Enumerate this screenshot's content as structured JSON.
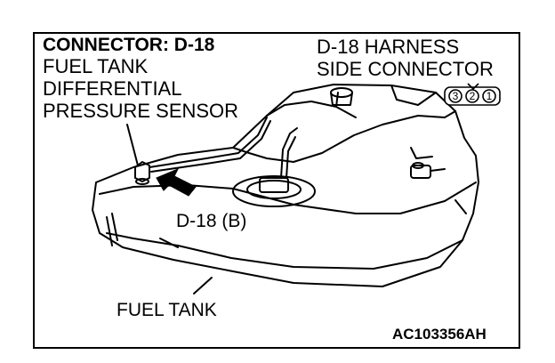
{
  "connector_title": "CONNECTOR: D-18",
  "sensor_label_lines": [
    "FUEL TANK",
    "DIFFERENTIAL",
    "PRESSURE SENSOR"
  ],
  "harness_label_lines": [
    "D-18 HARNESS",
    "SIDE CONNECTOR"
  ],
  "connector_pins": [
    "3",
    "2",
    "1"
  ],
  "connector_ref": "D-18 (B)",
  "tank_label": "FUEL TANK",
  "figure_code": "AC103356AH",
  "colors": {
    "line": "#000000",
    "background": "#ffffff"
  }
}
